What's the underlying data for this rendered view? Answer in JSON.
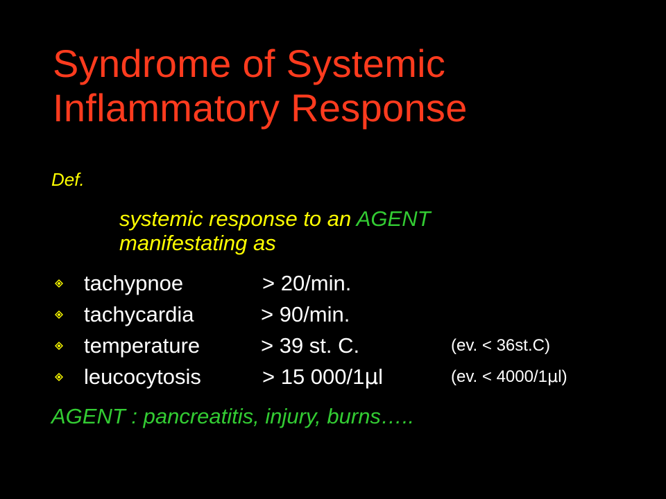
{
  "slide": {
    "title_line1": "Syndrome of Systemic",
    "title_line2": "Inflammatory Response",
    "def_label": "Def.",
    "intro_part1": "systemic response to an ",
    "intro_agent": "AGENT",
    "intro_part2": "manifestating as",
    "bullet_icon": "diamond-bullet-icon",
    "bullets": [
      {
        "name": "tachypnoe",
        "value": "> 20/min.",
        "note": ""
      },
      {
        "name": "tachycardia",
        "value": "> 90/min.",
        "note": ""
      },
      {
        "name": "temperature",
        "value": "> 39 st. C.",
        "note": "(ev.  < 36st.C)"
      },
      {
        "name": "leucocytosis",
        "value_prefix": "> 15 000/1",
        "value_unit": "μ",
        "value_suffix": "l",
        "note_prefix": "(ev.  < 4000/1",
        "note_unit": "μ",
        "note_suffix": "l)"
      }
    ],
    "agent_line": "AGENT : pancreatitis, injury, burns….."
  },
  "colors": {
    "background": "#000000",
    "title": "#ff3b1e",
    "yellow_text": "#ffff00",
    "green_text": "#33cc33",
    "white_text": "#ffffff"
  }
}
